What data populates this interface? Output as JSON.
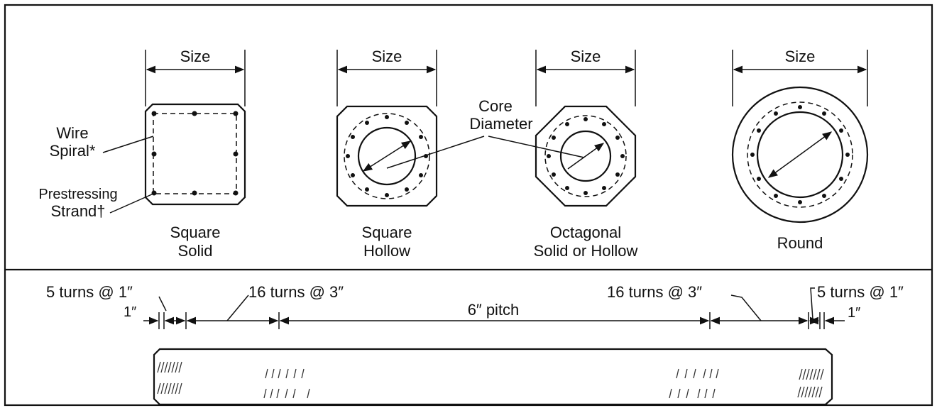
{
  "sections": {
    "square_solid": {
      "size_label": "Size",
      "name_line1": "Square",
      "name_line2": "Solid"
    },
    "square_hollow": {
      "size_label": "Size",
      "name_line1": "Square",
      "name_line2": "Hollow"
    },
    "octagonal": {
      "size_label": "Size",
      "name_line1": "Octagonal",
      "name_line2": "Solid or Hollow"
    },
    "round": {
      "size_label": "Size",
      "name_line1": "Round"
    }
  },
  "callouts": {
    "wire_line1": "Wire",
    "wire_line2": "Spiral*",
    "strand_line1": "Prestressing",
    "strand_line2": "Strand†",
    "core_line1": "Core",
    "core_line2": "Diameter"
  },
  "pile": {
    "left_end_turns": "5 turns @ 1″",
    "left_end_gap": "1″",
    "left_mid_turns": "16 turns @ 3″",
    "center_pitch": "6″ pitch",
    "right_mid_turns": "16 turns @ 3″",
    "right_end_turns": "5 turns @ 1″",
    "right_end_gap": "1″"
  }
}
